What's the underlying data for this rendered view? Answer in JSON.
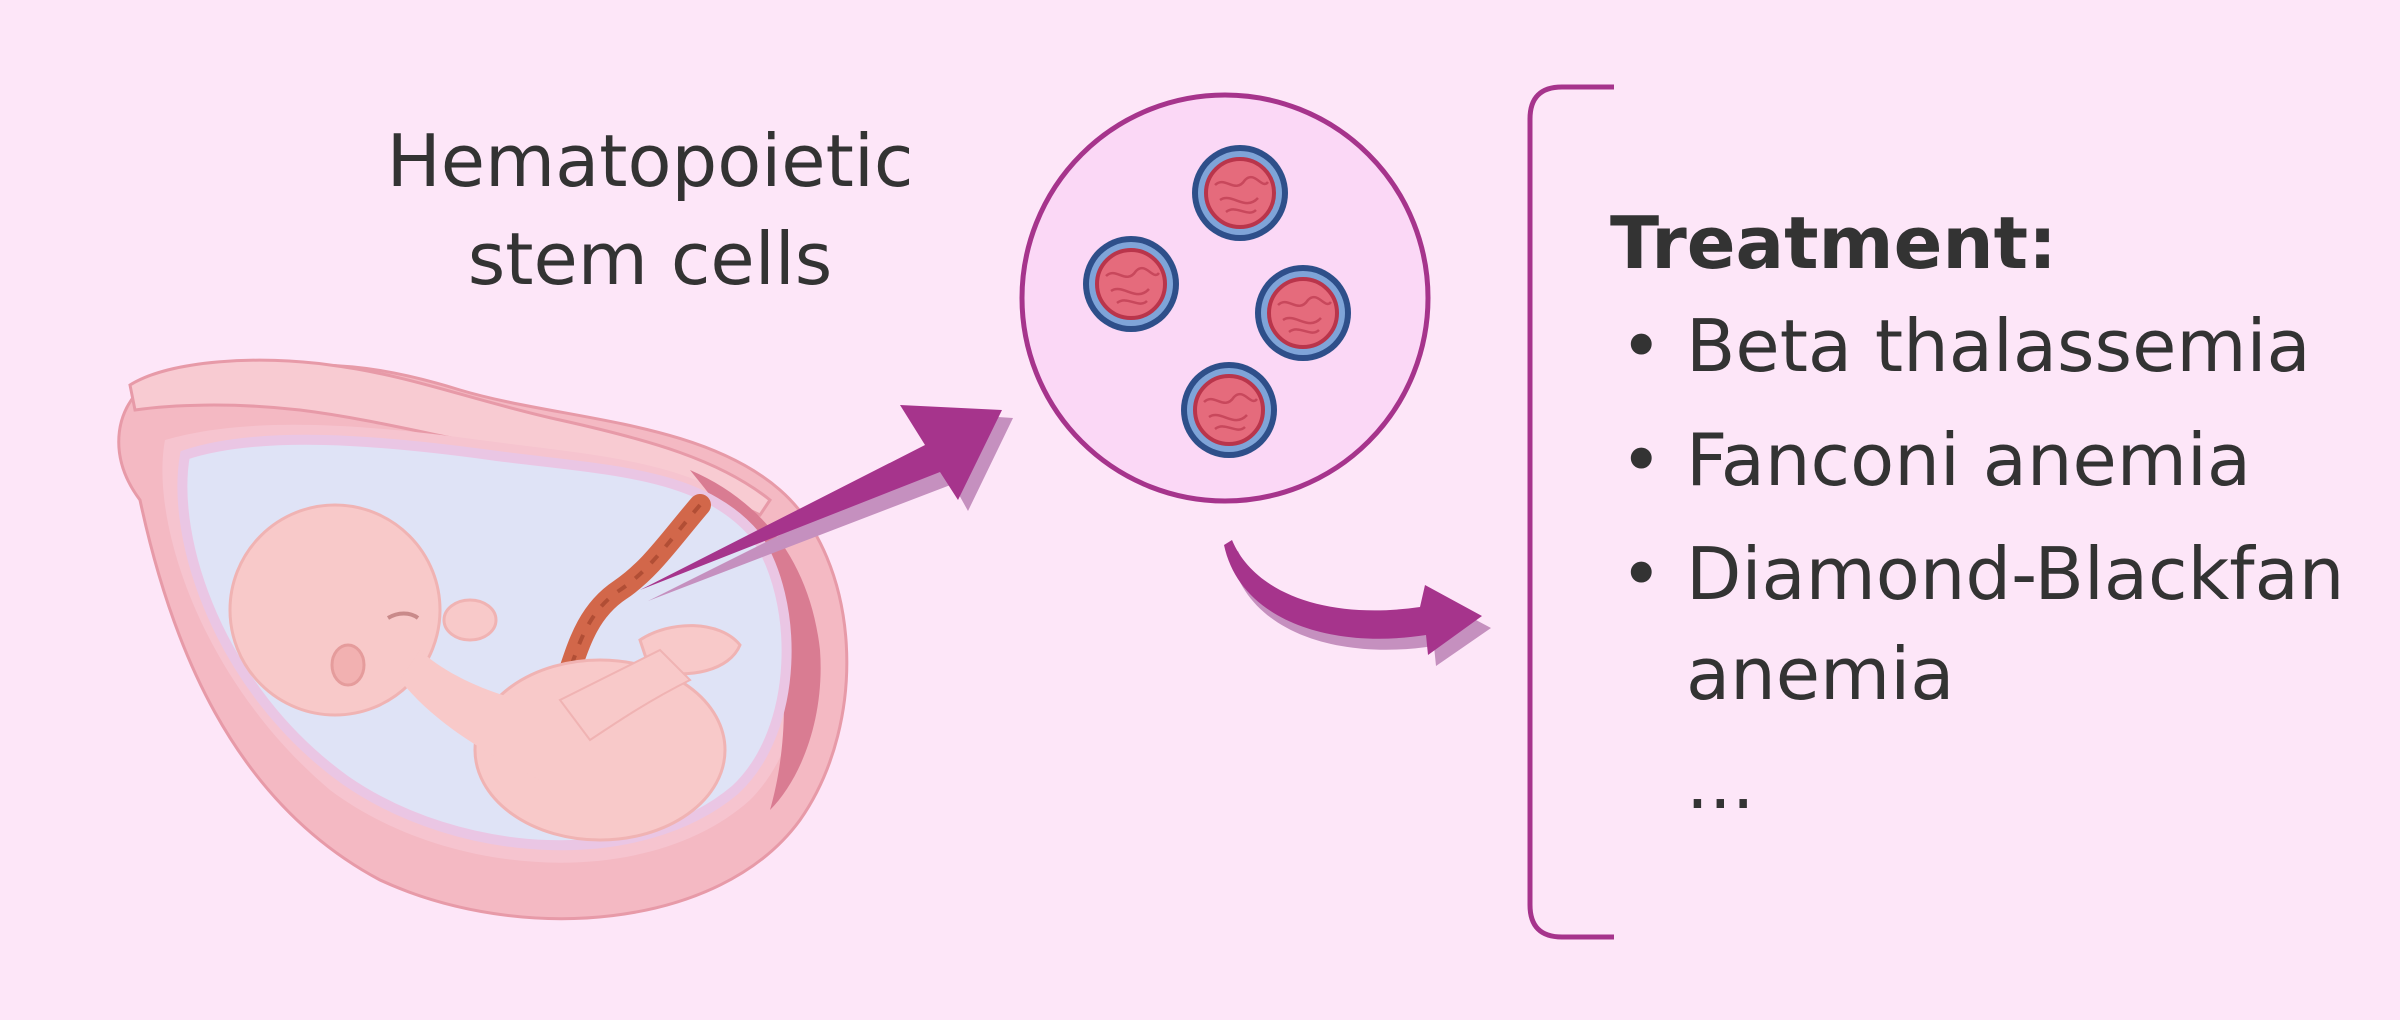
{
  "diagram": {
    "source_label": {
      "lines": [
        "Hematopoietic",
        "stem cells"
      ]
    },
    "treatment": {
      "heading": "Treatment:",
      "items": [
        {
          "lines": [
            "Beta thalassemia"
          ]
        },
        {
          "lines": [
            "Fanconi anemia"
          ]
        },
        {
          "lines": [
            "Diamond-Blackfan",
            "anemia"
          ]
        }
      ],
      "more": "..."
    },
    "colors": {
      "background": "#fde6f8",
      "arrow": "#a6348c",
      "bracket": "#a6348c",
      "cell_circle_fill": "#fbd8f6",
      "cell_outer": "#2e4f8a",
      "cell_ring": "#7fa4d8",
      "cell_nucleus": "#e56b7c",
      "uterus_wall": "#f4b9c3",
      "amniotic_fluid": "#dfe3f6",
      "fetus_skin": "#f8c9c9",
      "umbilical_cord": "#d2674a"
    },
    "icons": [
      "fetus-in-uterus-icon",
      "stem-cell-icon",
      "curved-arrow-icon",
      "bracket-icon"
    ]
  }
}
